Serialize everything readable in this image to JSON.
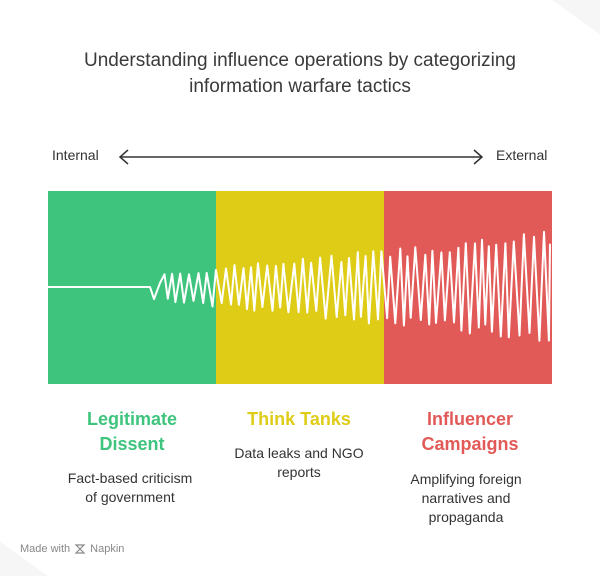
{
  "title_line1": "Understanding influence operations by categorizing",
  "title_line2": "information warfare tactics",
  "axis": {
    "left_label": "Internal",
    "right_label": "External"
  },
  "categories": [
    {
      "title_line1": "Legitimate",
      "title_line2": "Dissent",
      "desc_lines": [
        "Fact-based criticism",
        "of government"
      ],
      "color": "#3ec47d"
    },
    {
      "title_line1": "Think Tanks",
      "title_line2": "",
      "desc_lines": [
        "Data leaks and NGO",
        "reports"
      ],
      "color": "#dfcc17"
    },
    {
      "title_line1": "Influencer",
      "title_line2": "Campaigns",
      "desc_lines": [
        "Amplifying foreign",
        "narratives and",
        "propaganda"
      ],
      "color": "#e25a57"
    }
  ],
  "footer": {
    "made_with": "Made with",
    "brand": "Napkin",
    "icon": "napkin-logo-icon"
  }
}
